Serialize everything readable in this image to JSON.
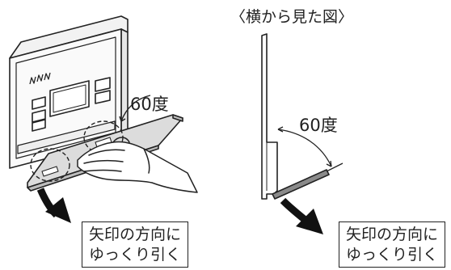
{
  "left_panel": {
    "angle_label": "60度",
    "caption_line1": "矢印の方向に",
    "caption_line2": "ゆっくり引く"
  },
  "right_panel": {
    "side_view_title": "〈横から見た図〉",
    "angle_label": "60度",
    "caption_line1": "矢印の方向に",
    "caption_line2": "ゆっくり引く"
  },
  "colors": {
    "outline": "#222222",
    "body_fill": "#ffffff",
    "panel_gray": "#dcdcdc",
    "dark_gray": "#8a8a8a",
    "arrow": "#111111"
  }
}
